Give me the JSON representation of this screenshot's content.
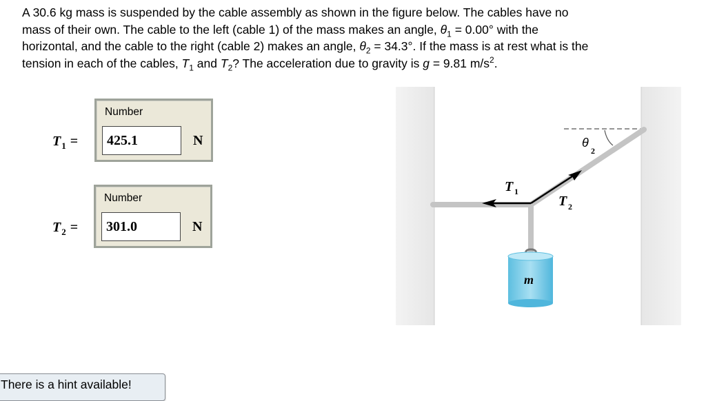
{
  "problem": {
    "line1": "A 30.6 kg mass is suspended by the cable assembly as shown in the figure below. The cables have no",
    "line2a": "mass of their own. The cable to the left (cable 1) of the mass makes an angle, ",
    "theta": "θ",
    "sub1": "1",
    "line2b": " = 0.00° with the",
    "line3a": "horizontal, and the cable to the right (cable 2) makes an angle, ",
    "sub2": "2",
    "line3b": " = 34.3°. If the mass is at rest what is the",
    "line4a": "tension in each of the cables, ",
    "T": "T",
    "line4b": " and ",
    "line4c": "? The acceleration due to gravity is ",
    "g": "g",
    "line4d": " = 9.81 m/s",
    "sup": "2",
    "line4e": "."
  },
  "answers": [
    {
      "label": "T",
      "sub": "1",
      "eq": "=",
      "field_label": "Number",
      "value": "425.1",
      "unit": "N"
    },
    {
      "label": "T",
      "sub": "2",
      "eq": "=",
      "field_label": "Number",
      "value": "301.0",
      "unit": "N"
    }
  ],
  "figure": {
    "label_T1": "T",
    "label_T1_sub": "1",
    "label_T2": "T",
    "label_T2_sub": "2",
    "label_theta": "θ",
    "label_theta_sub": "2",
    "label_mass": "m",
    "colors": {
      "wall": "#ebebeb",
      "cable": "#c4c4c4",
      "mass": "#6ec6e4",
      "arrow": "#000000"
    }
  },
  "hint": {
    "label": "There is a hint available!"
  }
}
